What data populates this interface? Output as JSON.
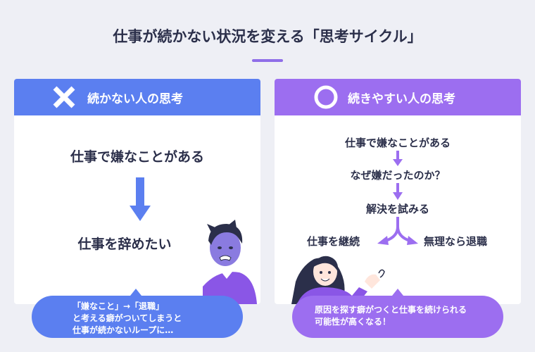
{
  "title": "仕事が続かない状況を変える「思考サイクル」",
  "colors": {
    "blue": "#5b7ff0",
    "purple": "#9c6ef0",
    "text": "#2b2f4a"
  },
  "left_panel": {
    "icon": "cross-icon",
    "header": "続かない人の思考",
    "step1": "仕事で嫌なことがある",
    "step2": "仕事を辞めたい",
    "bubble_lines": [
      "「嫌なこと」→「退職」",
      "と考える癖がついてしまうと",
      "仕事が続かないループに…"
    ]
  },
  "right_panel": {
    "icon": "circle-icon",
    "header": "続きやすい人の思考",
    "step1": "仕事で嫌なことがある",
    "step2": "なぜ嫌だったのか？",
    "step3": "解決を試みる",
    "branch_left": "仕事を継続",
    "branch_right": "無理なら退職",
    "bubble_lines": [
      "原因を探す癖がつくと仕事を続けられる",
      "可能性が高くなる！"
    ]
  }
}
